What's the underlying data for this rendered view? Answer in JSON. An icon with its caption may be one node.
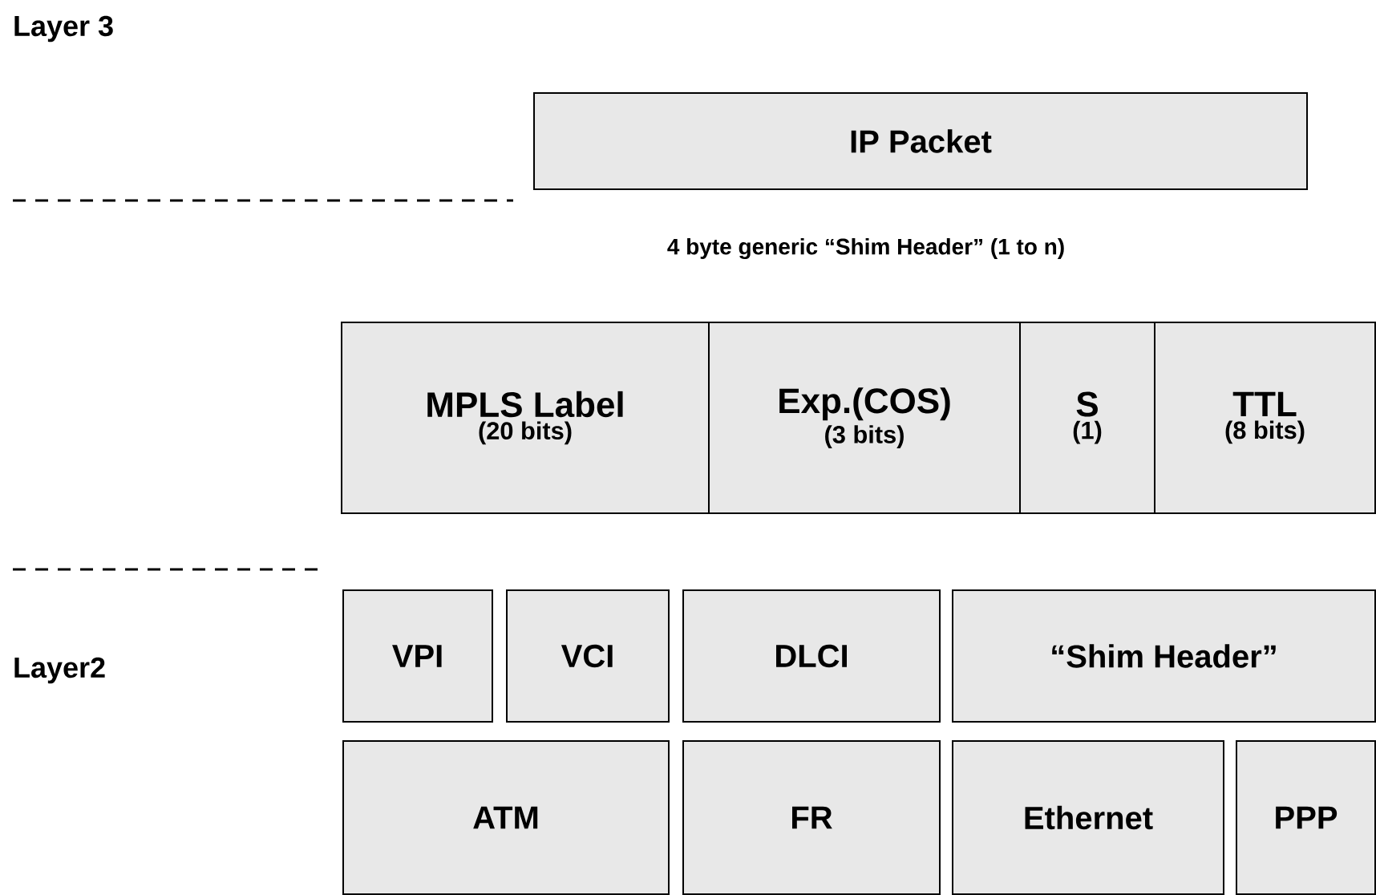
{
  "diagram": {
    "nodes": [
      {
        "text": [
          "IP Packet"
        ]
      },
      {
        "text": [
          "MPLS Label",
          "(20 bits)"
        ]
      },
      {
        "text": [
          "Exp.(COS)",
          "(3 bits)"
        ]
      },
      {
        "text": [
          "S",
          "(1)"
        ]
      },
      {
        "text": [
          "TTL",
          "(8 bits)"
        ]
      },
      {
        "text": [
          "VPI"
        ]
      },
      {
        "text": [
          "VCI"
        ]
      },
      {
        "text": [
          "DLCI"
        ]
      },
      {
        "text": [
          "“Shim Header”"
        ]
      },
      {
        "text": [
          "ATM"
        ]
      },
      {
        "text": [
          "FR"
        ]
      },
      {
        "text": [
          "Ethernet"
        ]
      },
      {
        "text": [
          "PPP"
        ]
      }
    ],
    "labels": [
      "Layer 3",
      "4 byte generic “Shim Header” (1 to n)",
      "Layer2"
    ]
  }
}
